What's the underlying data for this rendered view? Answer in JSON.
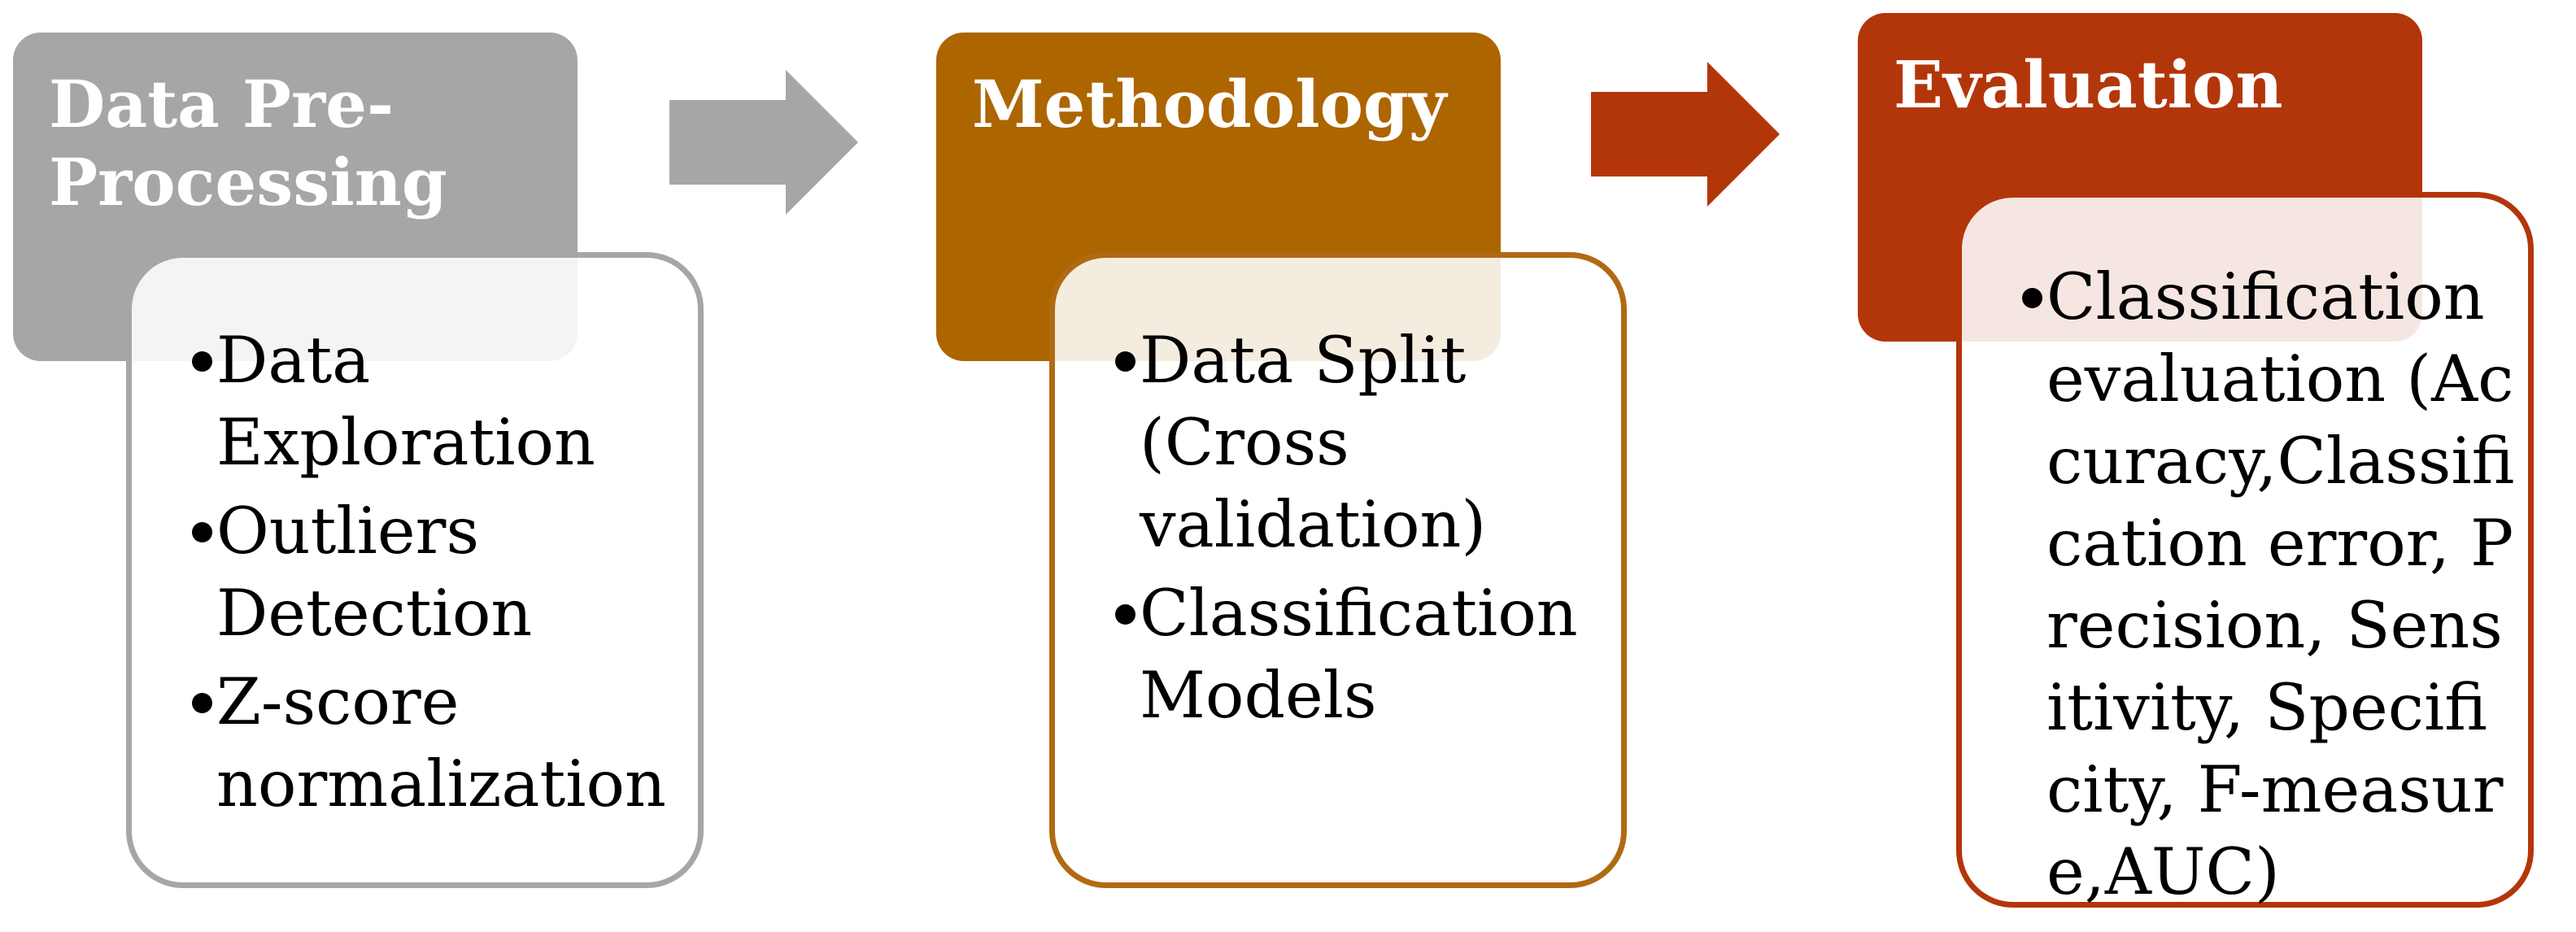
{
  "stages": [
    {
      "title": "Data Pre-\nProcessing",
      "header_color": "#a6a6a6",
      "border_color": "#a6a6a6",
      "items": [
        "Data Exploration",
        "Outliers Detection",
        "Z-score normalization"
      ]
    },
    {
      "title": "Methodology",
      "header_color": "#ad6500",
      "border_color": "#b06a12",
      "items": [
        "Data Split (Cross validation)",
        "Classification Models"
      ]
    },
    {
      "title": "Evaluation",
      "header_color": "#b3360a",
      "border_color": "#b3360a",
      "items": [
        "Classification evaluation (Accuracy,Classification error, Precision, Sensitivity, Specificity, F-measure,AUC)"
      ]
    }
  ],
  "arrows": [
    {
      "color": "#a6a6a6"
    },
    {
      "color": "#b3360a"
    }
  ]
}
